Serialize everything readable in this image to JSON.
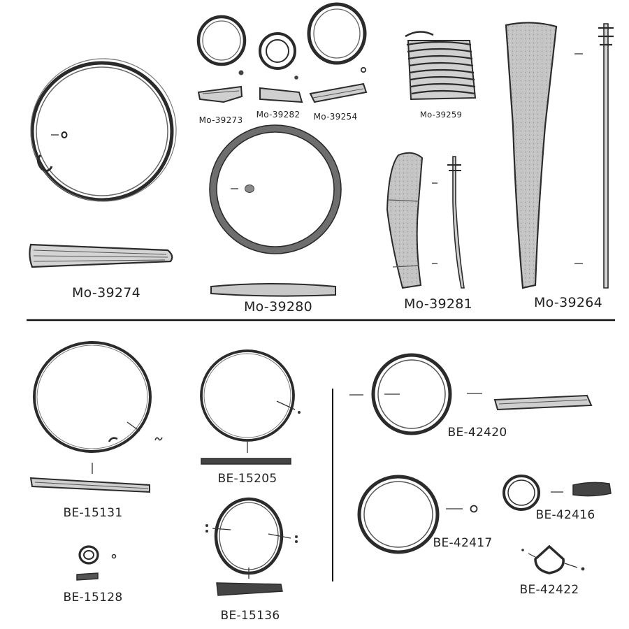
{
  "plate": {
    "labels": {
      "mo_39274": "Mo-39274",
      "mo_39273": "Mo-39273",
      "mo_39282": "Mo-39282",
      "mo_39254": "Mo-39254",
      "mo_39259": "Mo-39259",
      "mo_39280": "Mo-39280",
      "mo_39281": "Mo-39281",
      "mo_39264": "Mo-39264",
      "be_15131": "BE-15131",
      "be_15205": "BE-15205",
      "be_15128": "BE-15128",
      "be_15136": "BE-15136",
      "be_42420": "BE-42420",
      "be_42416": "BE-42416",
      "be_42417": "BE-42417",
      "be_42422": "BE-42422"
    }
  },
  "colors": {
    "ink": "#2b2b2b",
    "metal_fill": "#c9c9c9",
    "blade_fill": "#bdbdbd"
  }
}
